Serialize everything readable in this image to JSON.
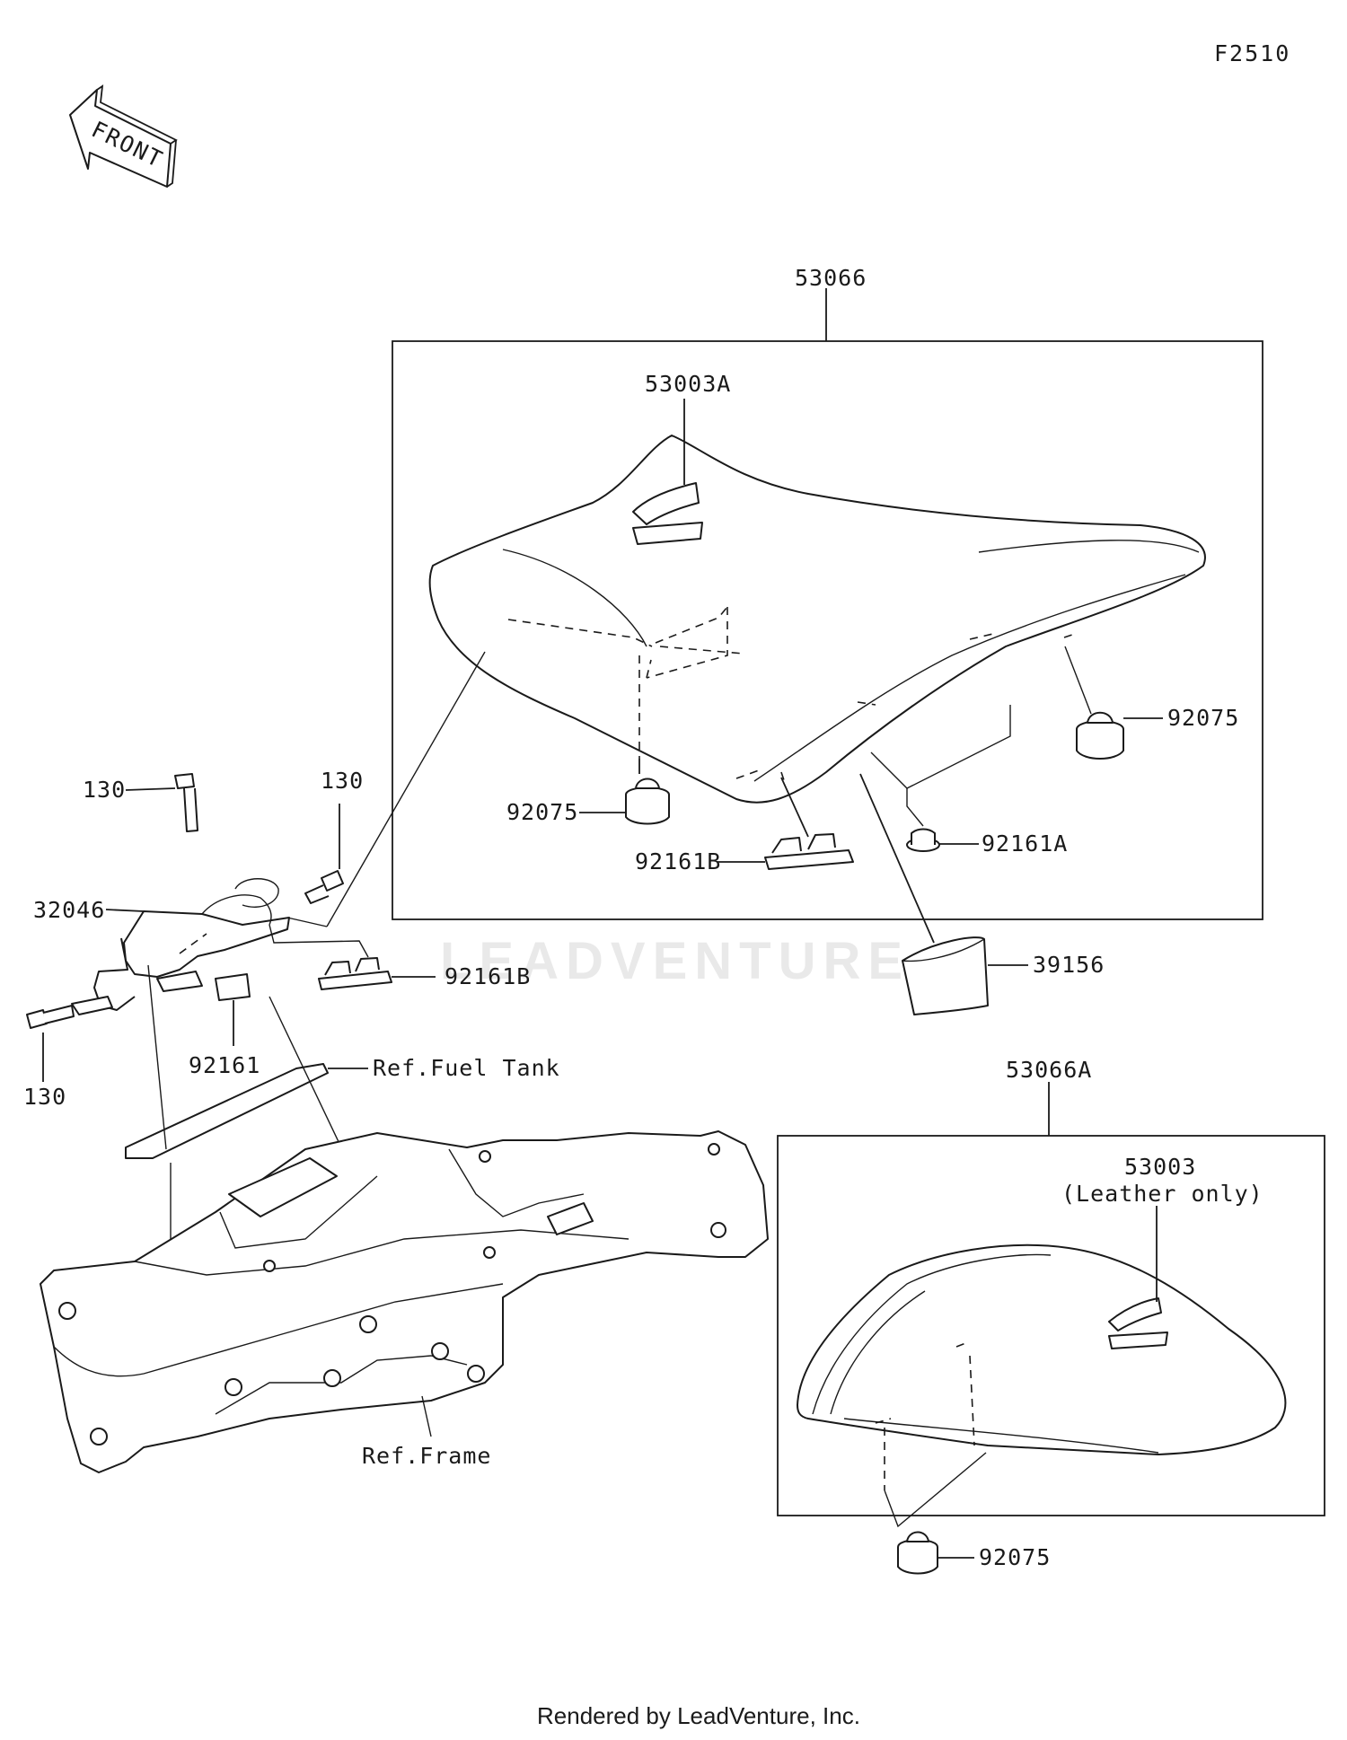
{
  "diagram_code": "F2510",
  "front_arrow_label": "FRONT",
  "watermark": "LEADVENTURE",
  "footer_credit": "Rendered by LeadVenture, Inc.",
  "parts": {
    "seat_assy": "53066",
    "seat_cover": "53003A",
    "damper_seat_a": "92075",
    "damper_seat_b": "92075",
    "damper_pillion": "92075",
    "grommet_92161b_seat": "92161B",
    "grommet_92161b_bracket": "92161B",
    "grommet_92161a": "92161A",
    "tool_bag": "39156",
    "bolt_top_left": "130",
    "bolt_top_right": "130",
    "bolt_bottom": "130",
    "bracket": "32046",
    "grommet_92161": "92161",
    "pillion_assy": "53066A",
    "pillion_cover": "53003",
    "pillion_cover_note": "(Leather only)"
  },
  "references": {
    "fuel_tank": "Ref.Fuel Tank",
    "frame": "Ref.Frame"
  }
}
